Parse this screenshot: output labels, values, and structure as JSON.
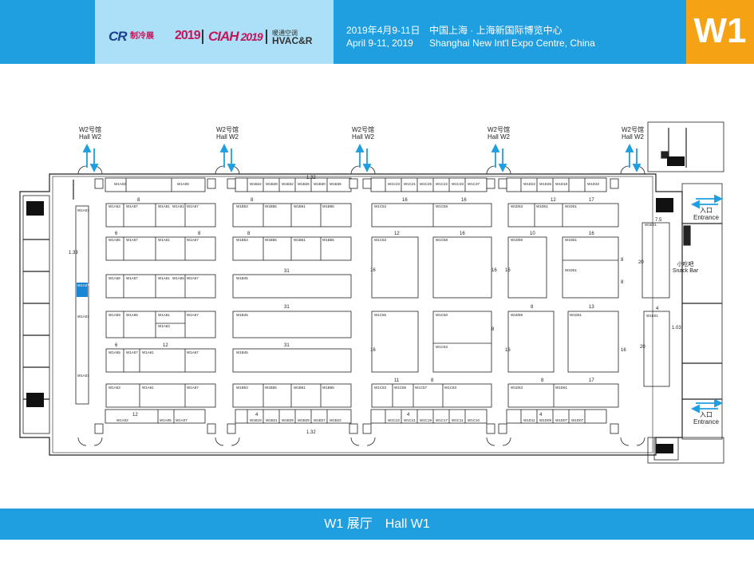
{
  "header": {
    "logos": {
      "cr_mark": "CR",
      "cr_cn": "制冷展",
      "cr_year": "2019",
      "ciah_mark": "CIAH",
      "ciah_year": "2019",
      "hvac_cn": "暖通空调",
      "hvac": "HVAC&R"
    },
    "date_cn": "2019年4月9-11日",
    "date_en": "April 9-11, 2019",
    "venue_cn": "中国上海 · 上海新国际博览中心",
    "venue_en": "Shanghai New Int'l Expo Centre, China",
    "hall_code": "W1"
  },
  "footer": {
    "hall_cn": "W1 展厅",
    "hall_en": "Hall W1"
  },
  "map": {
    "connector_cn": "W2号馆",
    "connector_en": "Hall W2",
    "entrance_cn": "入口",
    "entrance_en": "Entrance",
    "snack_cn": "小吃吧",
    "snack_en": "Snack Bar"
  },
  "colors": {
    "header_blue": "#1f9ee0",
    "logo_panel": "#ace0f8",
    "hall_orange": "#f5a214",
    "highlight_booth": "#1a86d6",
    "arrow_blue": "#1f9ee0"
  }
}
